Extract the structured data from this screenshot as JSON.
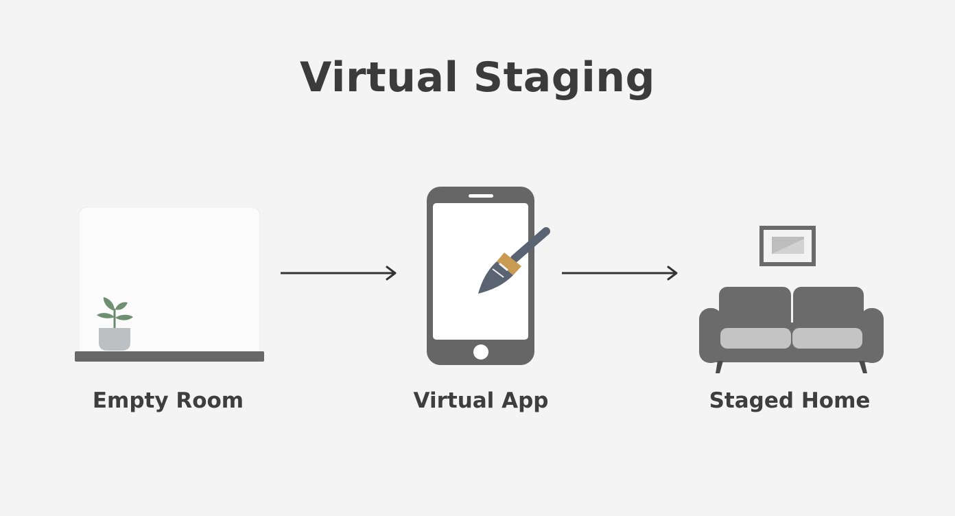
{
  "title": "Virtual Staging",
  "steps": [
    {
      "label": "Empty Room",
      "icon": "empty-room-icon"
    },
    {
      "label": "Virtual App",
      "icon": "smartphone-paintbrush-icon"
    },
    {
      "label": "Staged Home",
      "icon": "sofa-with-picture-icon"
    }
  ],
  "colors": {
    "background": "#f4f4f4",
    "text": "#3b3b3b",
    "device": "#666666",
    "arrow": "#333333",
    "brush_handle": "#5a6372",
    "brush_ferrule": "#c89a52",
    "plant_leaf": "#6e9070",
    "pot": "#bcc0c2"
  }
}
